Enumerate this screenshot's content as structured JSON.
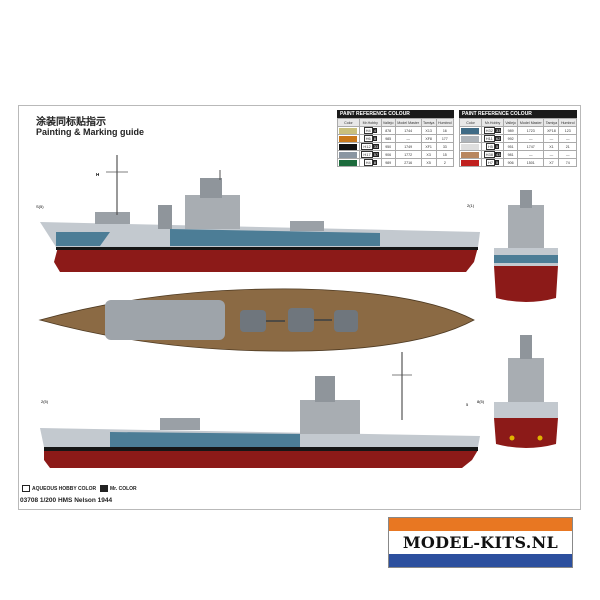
{
  "sheet": {
    "title_cn": "涂装同标贴指示",
    "title_en": "Painting & Marking guide",
    "caption": "03708 1/200 HMS Nelson 1944",
    "legend": {
      "aqueous": "AQUEOUS HOBBY COLOR",
      "mr_color": "Mr. COLOR"
    }
  },
  "paint_tables": [
    {
      "title": "PAINT REFERENCE COLOUR",
      "headers": [
        "Color",
        "Mr.Hobby",
        "Vallejo",
        "Model Master",
        "Tamiya",
        "Humbrol"
      ],
      "rows": [
        {
          "swatch": "#c9c07d",
          "h": "4",
          "n": "4",
          "cells": [
            "878",
            "1744",
            "X13",
            "16"
          ]
        },
        {
          "swatch": "#c9781a",
          "h": "6",
          "n": "8",
          "cells": [
            "985",
            "—",
            "XF8",
            "177"
          ]
        },
        {
          "swatch": "#111111",
          "h": "12",
          "n": "33",
          "cells": [
            "950",
            "1749",
            "XF1",
            "33"
          ]
        },
        {
          "swatch": "#8a96a2",
          "h": "17",
          "n": "57",
          "cells": [
            "906",
            "1772",
            "X3",
            "15"
          ]
        },
        {
          "swatch": "#1c6b3c",
          "h": "4",
          "n": "8",
          "cells": [
            "989",
            "2716",
            "X5",
            "2"
          ]
        }
      ]
    },
    {
      "title": "PAINT REFERENCE COLOUR",
      "headers": [
        "Color",
        "Mr.Hobby",
        "Vallejo",
        "Model Master",
        "Tamiya",
        "Humbrol"
      ],
      "rows": [
        {
          "swatch": "#3f6b86",
          "h": "32",
          "n": "33",
          "cells": [
            "989",
            "1723",
            "XF18",
            "123"
          ]
        },
        {
          "swatch": "#aeb4ba",
          "h": "11",
          "n": "62",
          "cells": [
            "992",
            "—",
            "—",
            "—"
          ]
        },
        {
          "swatch": "#dedede",
          "h": "5",
          "n": "5",
          "cells": [
            "951",
            "1747",
            "X1",
            "21"
          ]
        },
        {
          "swatch": "#b8865e",
          "h": "38",
          "n": "43",
          "cells": [
            "981",
            "—",
            "—",
            "—"
          ]
        },
        {
          "swatch": "#c0201e",
          "h": "7",
          "n": "5",
          "cells": [
            "906",
            "1501",
            "X7",
            "74"
          ]
        }
      ]
    }
  ],
  "callouts": [
    "H",
    "S",
    "2(5)",
    "S(5)",
    "2(1)",
    "8(5)",
    "5"
  ],
  "logo": {
    "text": "MODEL-KITS.NL"
  },
  "colors": {
    "hull_red": "#8c1a18",
    "hull_grey": "#c3c9cf",
    "camo_blue": "#4c7d96",
    "deck_wood": "#8b6a44",
    "superstructure": "#a8adb2",
    "boot_black": "#161616"
  }
}
